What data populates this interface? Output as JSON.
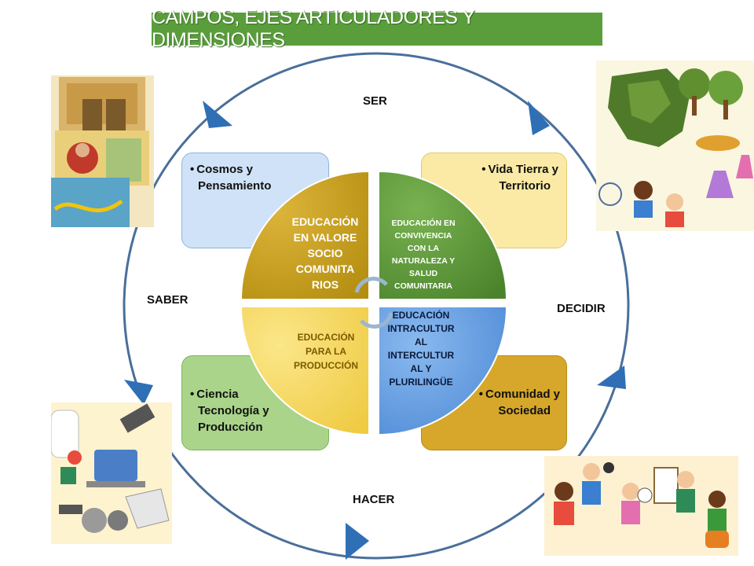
{
  "title": "CAMPOS, EJES ARTICULADORES Y DIMENSIONES",
  "dimensions": {
    "ser": "SER",
    "saber": "SABER",
    "decidir": "DECIDIR",
    "hacer": "HACER"
  },
  "fields": {
    "top_left": [
      "Cosmos y",
      "Pensamiento"
    ],
    "top_right": [
      "Vida Tierra y",
      "Territorio"
    ],
    "bottom_left": [
      "Ciencia",
      "Tecnología y",
      "Producción"
    ],
    "bottom_right": [
      "Comunidad y",
      "Sociedad"
    ]
  },
  "axes": {
    "q1": [
      "EDUCACIÓN",
      "EN VALORE",
      "SOCIO",
      "COMUNITA",
      "RIOS"
    ],
    "q2": [
      "EDUCACIÓN EN",
      "CONVIVENCIA",
      "CON LA",
      "NATURALEZA Y",
      "SALUD",
      "COMUNITARIA"
    ],
    "q3": [
      "EDUCACIÓN",
      "PARA LA",
      "PRODUCCIÓN"
    ],
    "q4": [
      "EDUCACIÓN",
      "INTRACULTUR",
      "AL",
      "INTERCULTUR",
      "AL Y",
      "PLURILINGÜE"
    ]
  },
  "colors": {
    "title_bg": "#5a9e3c",
    "card_blue": "#cfe2f7",
    "card_yellow": "#fbeaa6",
    "card_green": "#a9d48a",
    "card_gold": "#d6a72a",
    "q1": "#c9a018",
    "q2": "#5e9a3a",
    "q3": "#f6d862",
    "q4": "#6aa3e4",
    "ring": "#4a6f9a",
    "arrow": "#2f6fb5"
  }
}
